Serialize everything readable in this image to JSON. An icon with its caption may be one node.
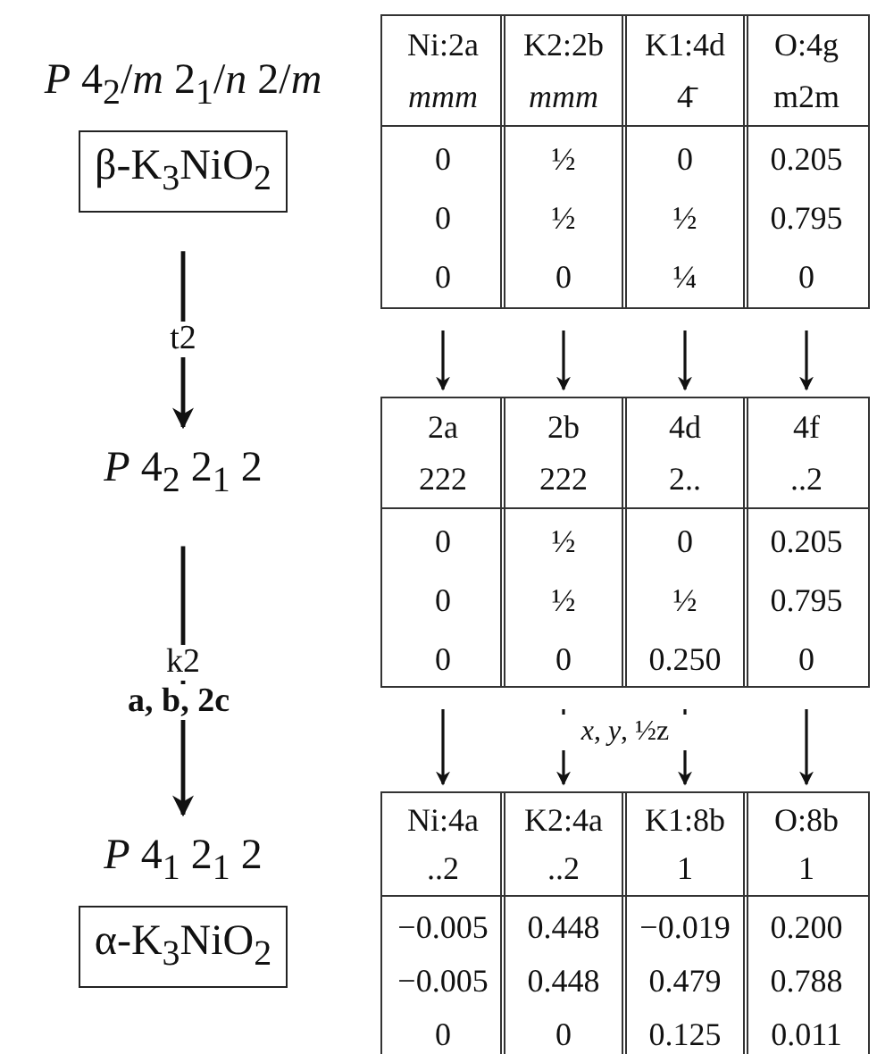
{
  "diagram": {
    "nodes": [
      {
        "text": [
          "*P* 4$_{2}$/*m* 2$_{1}$/*n* 2/*m*",
          "β-K$_{3}$NiO$_{2}$"
        ]
      },
      {
        "text": [
          "*P* 4$_{2}$ 2$_{1}$ 2"
        ]
      },
      {
        "text": [
          "*P* 4$_{1}$ 2$_{1}$ 2",
          "α-K$_{3}$NiO$_{2}$"
        ]
      },
      {
        "text": [
          "Ni:2a",
          "*mmm*",
          "0",
          "0",
          "0"
        ]
      },
      {
        "text": [
          "K2:2b",
          "*mmm*",
          "½",
          "½",
          "0"
        ]
      },
      {
        "text": [
          "K1:4d",
          "4̄",
          "0",
          "½",
          "¼"
        ]
      },
      {
        "text": [
          "O:4g",
          "m2m",
          "0.205",
          "0.795",
          "0"
        ]
      },
      {
        "text": [
          "2a",
          "222",
          "0",
          "0",
          "0"
        ]
      },
      {
        "text": [
          "2b",
          "222",
          "½",
          "½",
          "0"
        ]
      },
      {
        "text": [
          "4d",
          "2..",
          "0",
          "½",
          "0.250"
        ]
      },
      {
        "text": [
          "4f",
          "..2",
          "0.205",
          "0.795",
          "0"
        ]
      },
      {
        "text": [
          "Ni:4a",
          "..2",
          "−0.005",
          "−0.005",
          "0"
        ]
      },
      {
        "text": [
          "K2:4a",
          "..2",
          "0.448",
          "0.448",
          "0"
        ]
      },
      {
        "text": [
          "K1:8b",
          "1",
          "−0.019",
          "0.479",
          "0.125"
        ]
      },
      {
        "text": [
          "O:8b",
          "1",
          "0.200",
          "0.788",
          "0.011"
        ]
      }
    ],
    "edges": [
      {
        "from": 0,
        "to": 1,
        "arrow": "to",
        "label": "t2"
      },
      {
        "from": 1,
        "to": 2,
        "arrow": "to",
        "label": "k2"
      },
      {
        "from": 3,
        "to": 7,
        "arrow": "to"
      },
      {
        "from": 4,
        "to": 8,
        "arrow": "to"
      },
      {
        "from": 5,
        "to": 9,
        "arrow": "to"
      },
      {
        "from": 6,
        "to": 10,
        "arrow": "to"
      },
      {
        "from": 7,
        "to": 11,
        "arrow": "to"
      },
      {
        "from": 8,
        "to": 12,
        "arrow": "to"
      },
      {
        "from": 9,
        "to": 13,
        "arrow": "to"
      },
      {
        "from": 10,
        "to": 14,
        "arrow": "to"
      }
    ],
    "labels": [
      "a, b, 2c",
      "*x*, *y*, ½z"
    ]
  }
}
